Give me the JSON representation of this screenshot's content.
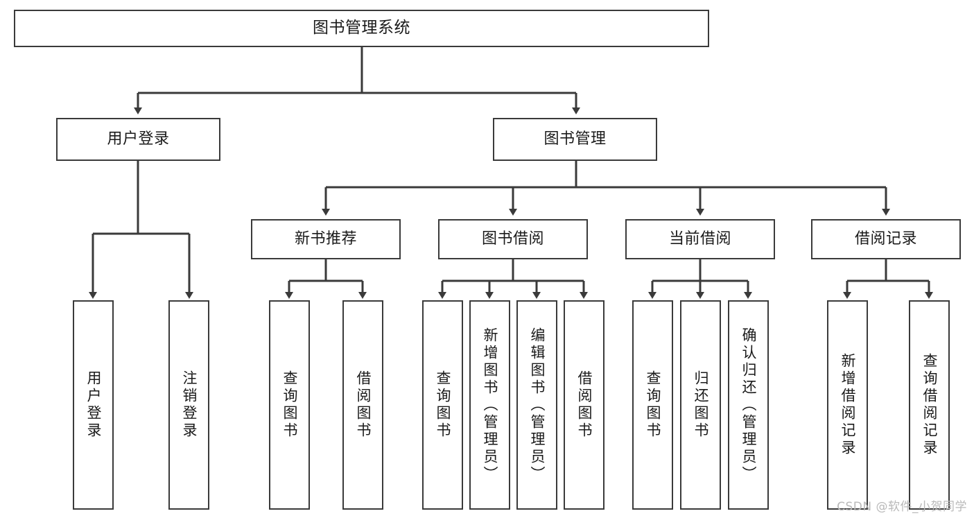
{
  "diagram": {
    "type": "tree-hierarchy-chart",
    "title_text": "图书管理系统",
    "stroke_color": "#3a3a3a",
    "text_color": "#1a1a1a",
    "background_color": "#ffffff",
    "levels": {
      "root": {
        "label": "图书管理系统"
      },
      "level2": [
        {
          "label": "用户登录"
        },
        {
          "label": "图书管理"
        }
      ],
      "level3": [
        {
          "label": "新书推荐"
        },
        {
          "label": "图书借阅"
        },
        {
          "label": "当前借阅"
        },
        {
          "label": "借阅记录"
        }
      ],
      "leaves_user_login": [
        {
          "label": "用户登录"
        },
        {
          "label": "注销登录"
        }
      ],
      "leaves_new_book": [
        {
          "label": "查询图书"
        },
        {
          "label": "借阅图书"
        }
      ],
      "leaves_book_borrow": [
        {
          "label": "查询图书"
        },
        {
          "label": "新增图书（管理员）"
        },
        {
          "label": "编辑图书（管理员）"
        },
        {
          "label": "借阅图书"
        }
      ],
      "leaves_current_borrow": [
        {
          "label": "查询图书"
        },
        {
          "label": "归还图书"
        },
        {
          "label": "确认归还（管理员）"
        }
      ],
      "leaves_borrow_record": [
        {
          "label": "新增借阅记录"
        },
        {
          "label": "查询借阅记录"
        }
      ]
    }
  },
  "watermark": {
    "text": "CSDN @软件_小贺同学"
  }
}
